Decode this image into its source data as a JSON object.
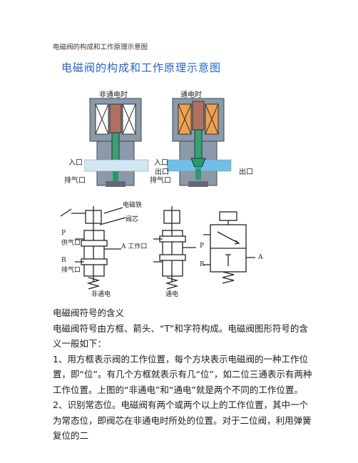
{
  "header": {
    "doc_title": "电磁阀的构成和工作原理示意图"
  },
  "figure": {
    "title": "电磁阀的构成和工作原理示意图",
    "top_left_state": "非通电时",
    "top_right_state": "通电时",
    "ports": {
      "inlet": "入口",
      "outlet": "出口",
      "exhaust": "排气口"
    },
    "lower": {
      "solenoid": "电磁铁",
      "spool": "阀芯",
      "work_port": "A 工作口",
      "p_label": "P",
      "p_port": "供气口",
      "r_label": "R",
      "r_port": "排气口",
      "deenergized": "非通电",
      "energized": "通电",
      "sym_p": "P",
      "sym_r": "R",
      "sym_a": "A"
    }
  },
  "body": {
    "heading": "电磁阀符号的含义",
    "paragraphs": [
      "电磁阀符号由方框、箭头、“T”和字符构成。电磁阀图形符号的含义一般如下：",
      " 1、用方框表示阀的工作位置，每个方块表示电磁阀的一种工作位置，即“位”。有几个方框就表示有几“位”，如二位三通表示有两种工作位置。上图的“非通电”和“通电”就是两个不同的工作位置。",
      "2、识别常态位。电磁阀有两个或两个以上的工作位置，其中一个为常态位，即阀芯在非通电时所处的位置。对于二位阀，利用弹簧复位的二"
    ]
  },
  "colors": {
    "title_blue": "#2563c9",
    "coil_orange": "#f0a050",
    "spool_green": "#2a9a6a",
    "body_gray": "#7a8a9a",
    "flow_blue": "#6ec0e8"
  }
}
